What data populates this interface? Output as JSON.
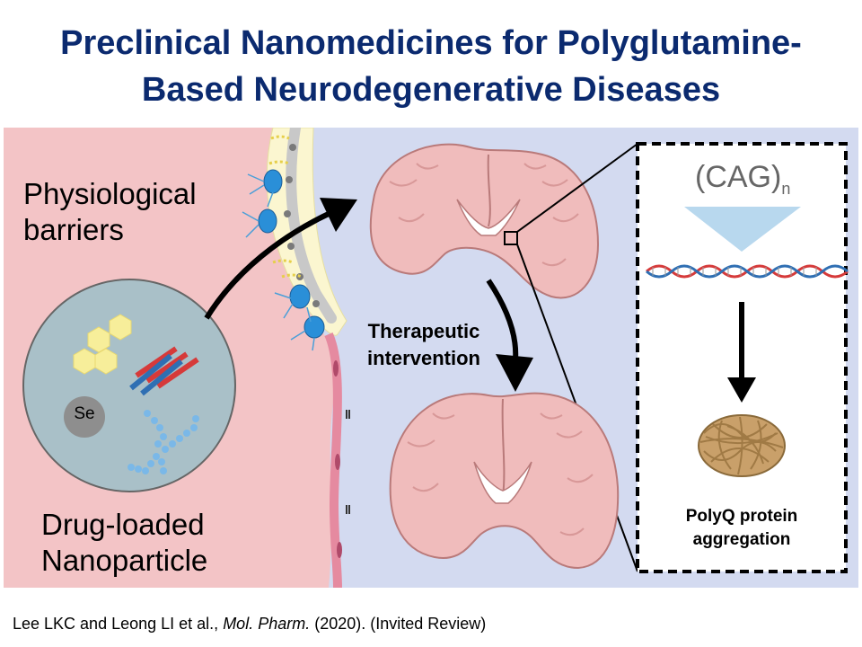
{
  "title": {
    "line1": "Preclinical Nanomedicines for Polyglutamine-",
    "line2": "Based Neurodegenerative Diseases"
  },
  "labels": {
    "barriers_line1": "Physiological",
    "barriers_line2": "barriers",
    "nanoparticle_line1": "Drug-loaded",
    "nanoparticle_line2": "Nanoparticle",
    "selenium": "Se",
    "therapeutic_line1": "Therapeutic",
    "therapeutic_line2": "intervention",
    "cag": "(CAG)",
    "cag_sub": "n",
    "aggregation_line1": "PolyQ protein",
    "aggregation_line2": "aggregation"
  },
  "citation": {
    "authors": "Lee LKC and Leong LI et al., ",
    "journal": "Mol. Pharm.",
    "rest": " (2020). (Invited Review)"
  },
  "colors": {
    "title": "#0b2a6f",
    "left_bg": "#f3c4c6",
    "right_bg": "#d3daf0",
    "nanoparticle": "#a9c0c8",
    "hexagon": "#f7ee9a",
    "brain": "#f0bcbc",
    "dna_red": "#d63a3a",
    "dna_blue": "#2f6fb3",
    "aggregate": "#a07a45"
  }
}
